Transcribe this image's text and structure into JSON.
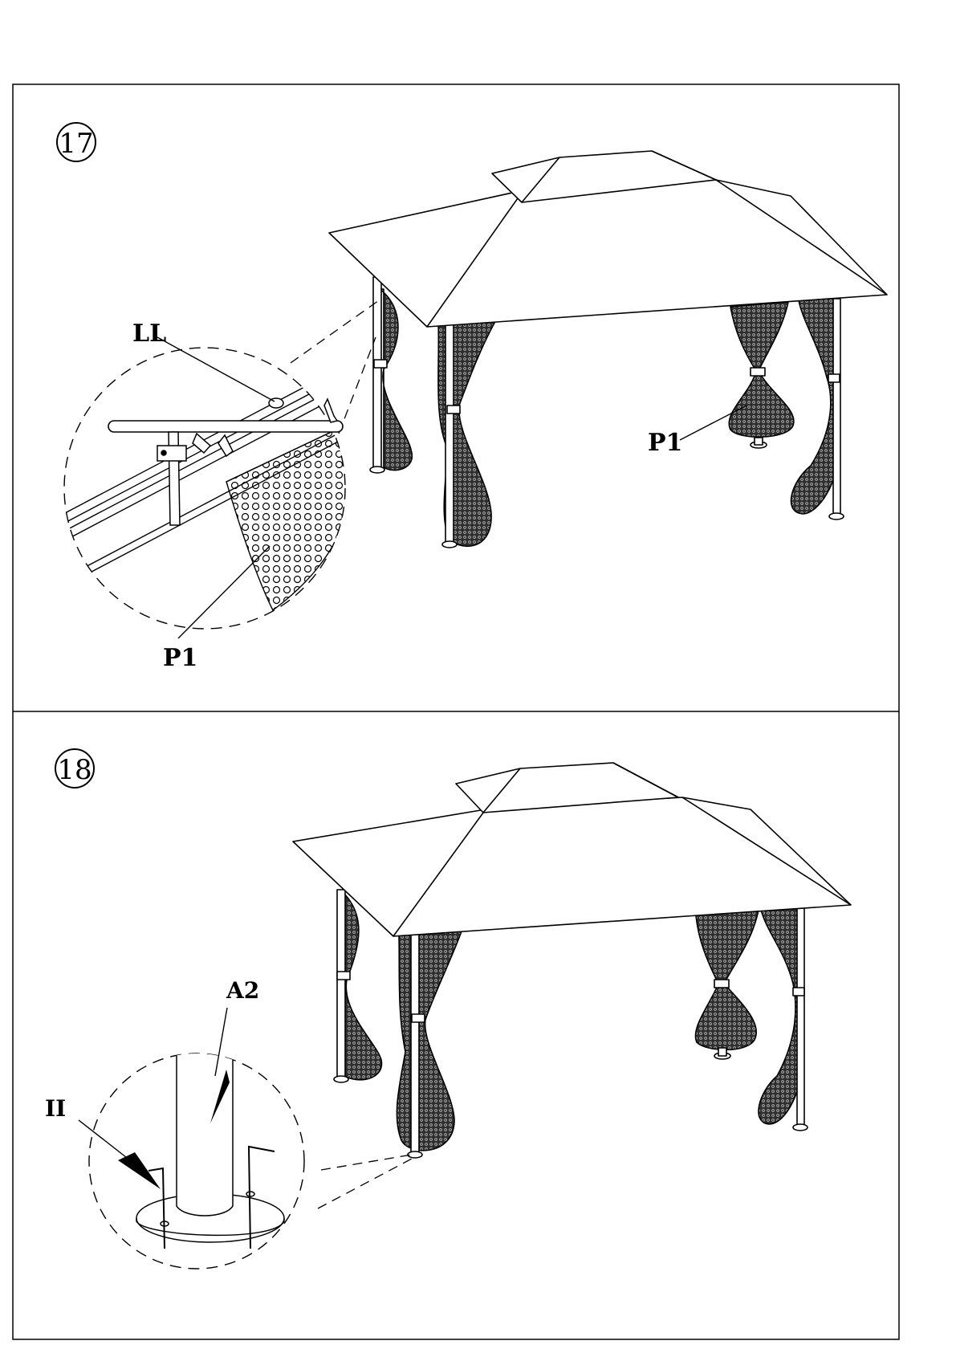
{
  "steps": [
    {
      "number": "17",
      "labels": {
        "rail_clip": "LL",
        "callout_panel": "P1",
        "canopy_panel": "P1"
      }
    },
    {
      "number": "18",
      "labels": {
        "post": "A2",
        "stake": "II"
      }
    }
  ],
  "colors": {
    "line": "#000000",
    "background": "#ffffff",
    "fabric": "#3a3a3a"
  }
}
